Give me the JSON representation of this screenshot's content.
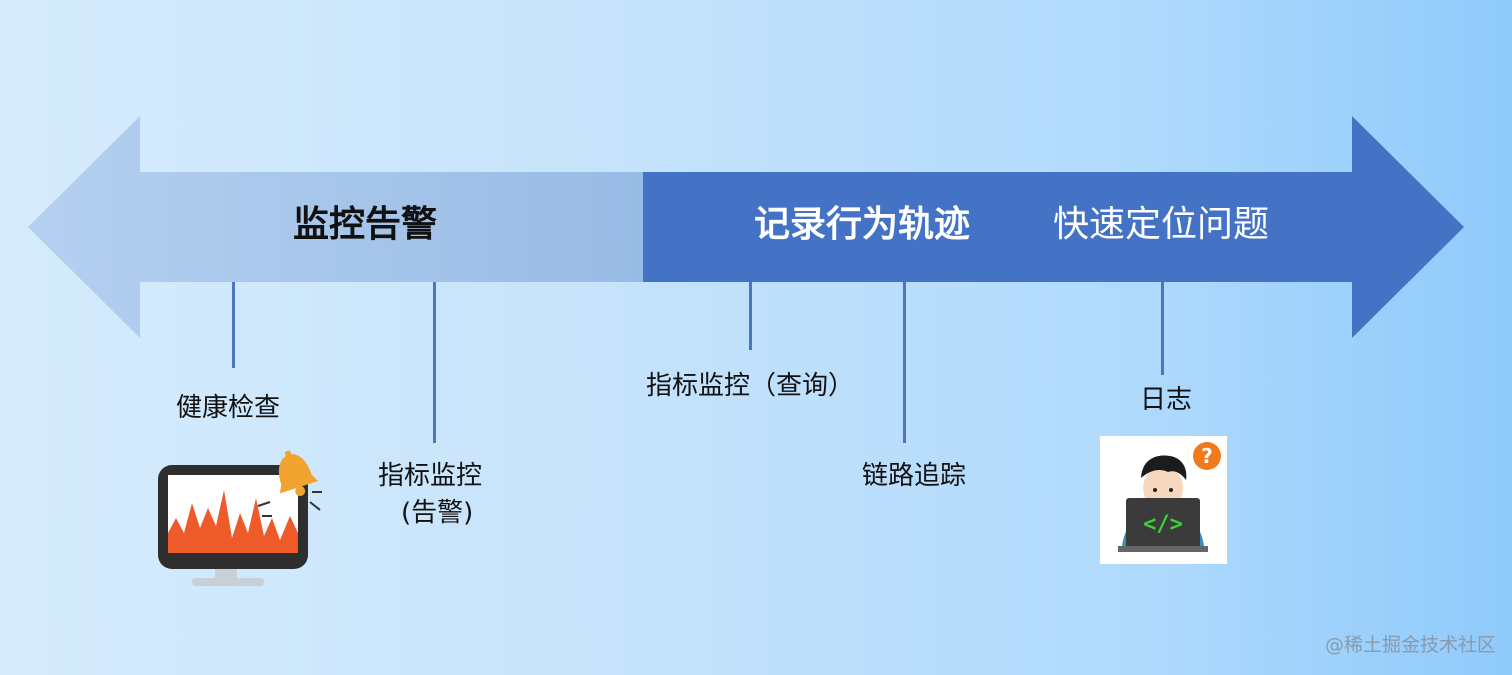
{
  "banner": {
    "left_label": "监控告警",
    "middle_label": "记录行为轨迹",
    "right_label": "快速定位问题"
  },
  "items": {
    "health_check": "健康检查",
    "metric_alert_line1": "指标监控",
    "metric_alert_line2": "(告警)",
    "metric_query": "指标监控（查询）",
    "tracing": "链路追踪",
    "logs": "日志"
  },
  "icons": {
    "monitor_alert": "monitor-alert-icon",
    "developer_question": "developer-question-icon"
  },
  "watermark": "@稀土掘金技术社区",
  "colors": {
    "arrow_left": "#9bbde6",
    "arrow_right": "#4472c4",
    "connector": "#4a76c2"
  }
}
